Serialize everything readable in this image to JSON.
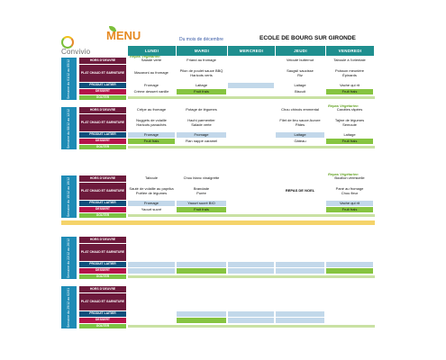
{
  "header": {
    "brand": "Convivio",
    "menu_title": "MENU",
    "month": "Du mois de décembre",
    "school": "ECOLE DE BOURG SUR GIRONDE"
  },
  "days": [
    "LUNDI",
    "MARDI",
    "MERCREDI",
    "JEUDI",
    "VENDREDI"
  ],
  "row_labels": {
    "hors": "HORS D'OEUVRE",
    "plat": "PLAT CHAUD ET GARNITURE",
    "produit": "PRODUIT LAITIER",
    "dessert": "DESSERT",
    "gouter": "GOUTER"
  },
  "weeks": [
    {
      "label": "Semaine du 01/12 au 05/12",
      "veg_label": "Repas Végétarien",
      "hors": [
        "Salade verte",
        "Friand au fromage",
        "",
        "Velouté butternut",
        "Taboulé à l'orientale"
      ],
      "plat": [
        "Macaroni au fromage",
        "Pilon de poulet sauce BBQ\nHaricots verts",
        "",
        "Saugsil saucisse\nRiz",
        "Poisson meunière\nÉpinards"
      ],
      "produit": [
        "Fromage",
        "Laitage",
        "",
        "Laitage",
        "Vache qui rit"
      ],
      "dessert": [
        "Crème dessert vanille",
        "Fruit frais",
        "",
        "Biscuit",
        "Fruit frais"
      ]
    },
    {
      "label": "Semaine du 08/12 au 12/12",
      "veg_label": "Repas Végétarien",
      "hors": [
        "Crêpe au fromage",
        "Potage de légumes",
        "",
        "Chou chinois emmental",
        "Carottes râpées"
      ],
      "plat": [
        "Nuggets de volaille\nHaricots panachés",
        "Hachi parmentier\nSalade verte",
        "",
        "Filet de lieu sauce Aurore\nPâtes",
        "Tajine de légumes\nSemoule"
      ],
      "produit": [
        "Fromage",
        "Fromage",
        "",
        "Laitage",
        "Laitage"
      ],
      "dessert": [
        "Fruit frais",
        "Flan nappé caramel",
        "",
        "Gâteau",
        "Fruit frais"
      ]
    },
    {
      "label": "Semaine du 15/12 au 19/12",
      "veg_label": "Repas Végétarien",
      "hors": [
        "Taboulé",
        "Chou blanc vinaigrette",
        "",
        "",
        "Bouillon vermicelle"
      ],
      "plat": [
        "Sauté de volaille au paprika\nPoêlée de légumes",
        "Brandade\nPurée",
        "",
        "REPAS DE NOEL",
        "Pané au fromage\nChou fleur"
      ],
      "produit": [
        "Fromage",
        "Yaourt sucré BIO",
        "",
        "",
        "Vache qui rit"
      ],
      "dessert": [
        "Yaourt sucré",
        "Fruit frais",
        "",
        "",
        "Fruit frais"
      ]
    },
    {
      "label": "Semaine du 22/12 au 26/12",
      "veg_label": "",
      "hors": [
        "",
        "",
        "",
        "",
        ""
      ],
      "plat": [
        "",
        "",
        "",
        "",
        ""
      ],
      "produit": [
        "",
        "",
        "",
        "",
        ""
      ],
      "dessert": [
        "",
        "",
        "",
        "",
        ""
      ]
    },
    {
      "label": "Semaine du 29/12 au 02/01",
      "veg_label": "",
      "hors": [
        "",
        "",
        "",
        "",
        ""
      ],
      "plat": [
        "",
        "",
        "",
        "",
        ""
      ],
      "produit": [
        "",
        "",
        "",
        "",
        ""
      ],
      "dessert": [
        "",
        "",
        "",
        "",
        ""
      ]
    }
  ]
}
